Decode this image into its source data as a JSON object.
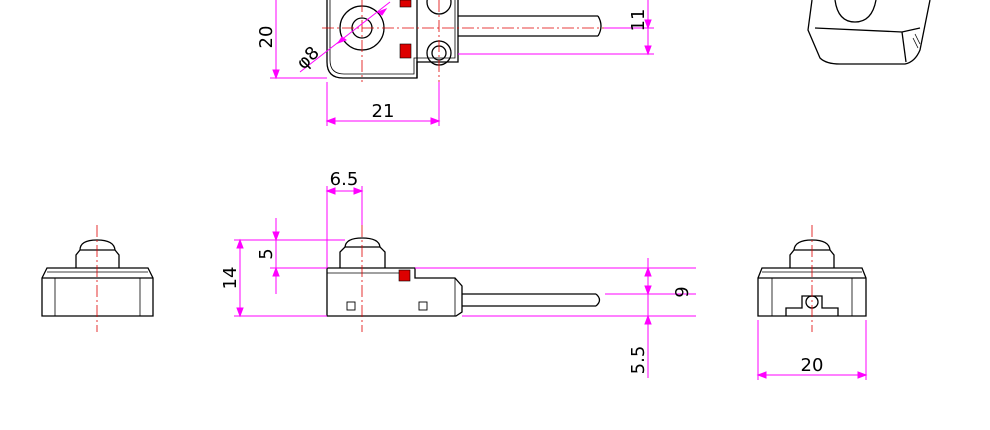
{
  "colors": {
    "outline": "#000000",
    "dimension": "#ff00ff",
    "centerline": "#e00000",
    "marker": "#dd0000",
    "background": "#ffffff"
  },
  "dimensions": {
    "height_top_view": "20",
    "diameter_prefix": "φ",
    "diameter_value": "8",
    "width_top_view": "21",
    "lead_offset": "11",
    "button_offset": "6.5",
    "button_height": "5",
    "total_height": "14",
    "body_height": "9",
    "lead_height": "5.5",
    "width_side_view": "20"
  }
}
